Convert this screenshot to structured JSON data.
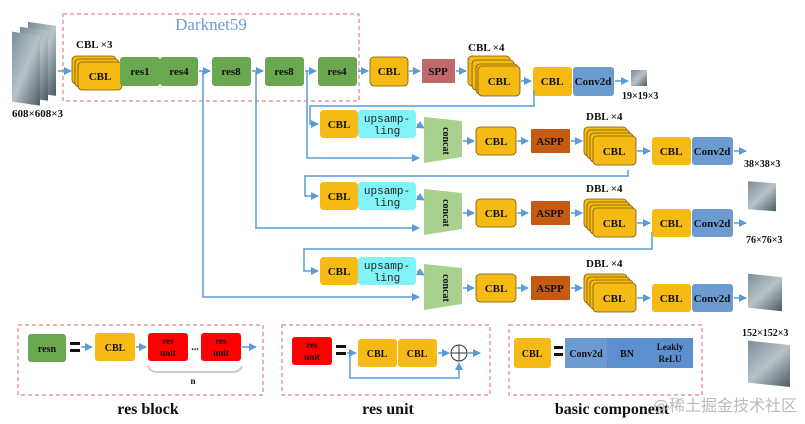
{
  "title": "Darknet59",
  "input": {
    "size": "608×608×3"
  },
  "backbone": {
    "cbl_stack_label": "CBL ×3",
    "blocks": [
      "CBL",
      "res1",
      "res4",
      "res8",
      "res8",
      "res4"
    ]
  },
  "head": {
    "cbl": "CBL",
    "spp": "SPP",
    "cbl_stack_label": "CBL ×4",
    "cbl_stack": "CBL",
    "out_cbl": "CBL",
    "conv": "Conv2d",
    "output": "19×19×3"
  },
  "branches": [
    {
      "cbl": "CBL",
      "upsample": [
        "upsamp-",
        "ling"
      ],
      "concat": "concat",
      "cbl2": "CBL",
      "aspp": "ASPP",
      "dbl_label": "DBL ×4",
      "dbl": "CBL",
      "out_cbl": "CBL",
      "conv": "Conv2d",
      "output": "38×38×3"
    },
    {
      "cbl": "CBL",
      "upsample": [
        "upsamp-",
        "ling"
      ],
      "concat": "concat",
      "cbl2": "CBL",
      "aspp": "ASPP",
      "dbl_label": "DBL ×4",
      "dbl": "CBL",
      "out_cbl": "CBL",
      "conv": "Conv2d",
      "output": "76×76×3"
    },
    {
      "cbl": "CBL",
      "upsample": [
        "upsamp-",
        "ling"
      ],
      "concat": "concat",
      "cbl2": "CBL",
      "aspp": "ASPP",
      "dbl_label": "DBL ×4",
      "dbl": "CBL",
      "out_cbl": "CBL",
      "conv": "Conv2d",
      "output": "152×152×3"
    }
  ],
  "legend": {
    "res_block": {
      "title": "res block",
      "resn": "resn",
      "cbl": "CBL",
      "unit": [
        "res",
        "unit"
      ],
      "dots": "...",
      "n": "n"
    },
    "res_unit": {
      "title": "res unit",
      "unit": [
        "res",
        "unit"
      ],
      "cbl1": "CBL",
      "cbl2": "CBL"
    },
    "basic": {
      "title": "basic component",
      "cbl": "CBL",
      "conv": "Conv2d",
      "bn": "BN",
      "relu": [
        "Leakly",
        "ReLU"
      ]
    }
  },
  "colors": {
    "cbl": "#F5BA14",
    "res": "#6AA84F",
    "spp": "#C0696B",
    "aspp": "#C55A11",
    "conv": "#6C9BD2",
    "upsample": "#7FF3F7",
    "concat": "#A9D18E",
    "resunit": "#FF0000",
    "arrow": "#5B9BD5",
    "dash": "#E06666",
    "title": "#6C9BD2"
  },
  "watermark": "@稀土掘金技术社区"
}
